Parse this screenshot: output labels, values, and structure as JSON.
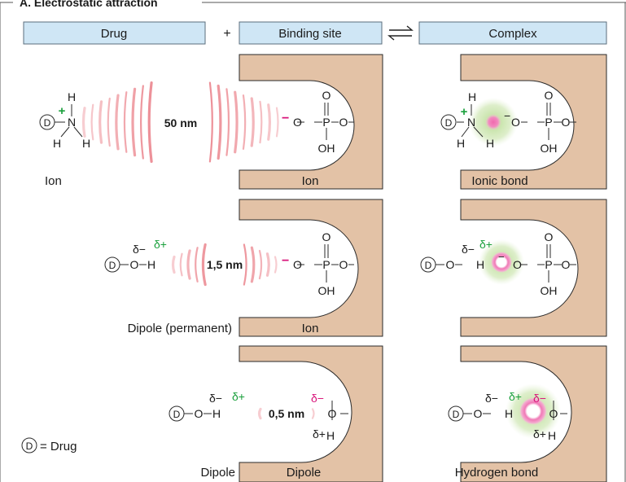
{
  "section_title": "A. Electrostatic attraction",
  "header": {
    "drug_label": "Drug",
    "plus_sign": "+",
    "binding_site_label": "Binding site",
    "complex_label": "Complex"
  },
  "rows": [
    {
      "drug_caption": "Ion",
      "site_caption": "Ion",
      "complex_caption": "Ionic bond",
      "distance": "50 nm"
    },
    {
      "drug_caption": "Dipole (permanent)",
      "site_caption": "Ion",
      "complex_caption": "",
      "distance": "1,5 nm"
    },
    {
      "drug_caption": "Dipole",
      "site_caption": "Dipole",
      "complex_caption": "Hydrogen bond",
      "distance": "0,5 nm"
    }
  ],
  "legend": {
    "symbol": "D",
    "text": "= Drug"
  },
  "chem": {
    "D": "D",
    "N": "N",
    "H": "H",
    "O": "O",
    "P": "P",
    "OH": "OH",
    "plus": "+",
    "minus": "−",
    "delta_minus": "δ−",
    "delta_plus": "δ+"
  },
  "colors": {
    "header_fill": "#cfe6f5",
    "pocket_fill": "#e3c2a6",
    "wave": "#e8707a",
    "positive_charge": "#1aa03c",
    "negative_charge": "#d8147a",
    "glow_green": "#c8e4a6",
    "glow_pink": "#ea6bab"
  }
}
